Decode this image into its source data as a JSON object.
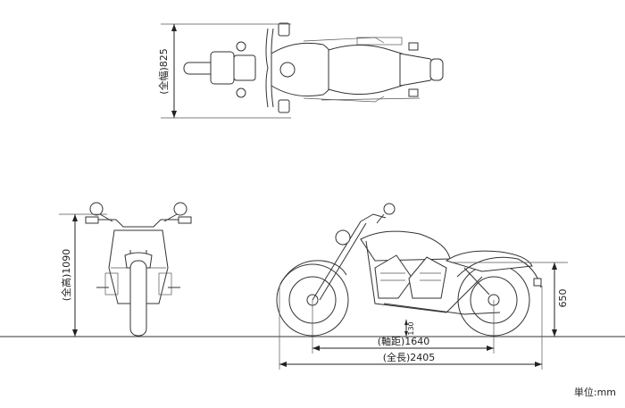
{
  "dimensions": {
    "width": {
      "prefix": "(全幅)",
      "value": "825"
    },
    "height": {
      "prefix": "(全高)",
      "value": "1090"
    },
    "seat_height": {
      "prefix": "",
      "value": "650"
    },
    "ground_clearance": {
      "prefix": "",
      "value": "130"
    },
    "wheelbase": {
      "prefix": "(軸距)",
      "value": "1640"
    },
    "length": {
      "prefix": "(全長)",
      "value": "2405"
    }
  },
  "unit_label": "単位:mm",
  "colors": {
    "line": "#333333",
    "background": "#ffffff"
  }
}
